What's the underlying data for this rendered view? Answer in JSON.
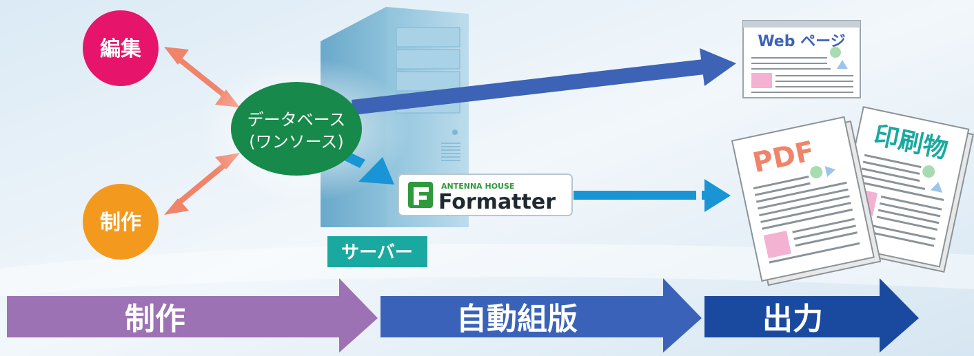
{
  "nodes": {
    "edit": "編集",
    "produce": "制作",
    "database_line1": "データベース",
    "database_line2": "(ワンソース)",
    "server": "サーバー",
    "formatter_small": "ANTENNA HOUSE",
    "formatter_main": "Formatter"
  },
  "outputs": {
    "web": "Web ページ",
    "pdf": "PDF",
    "print": "印刷物"
  },
  "process": [
    {
      "label": "制作",
      "color": "#9c72b4"
    },
    {
      "label": "自動組版",
      "color": "#3a62b8"
    },
    {
      "label": "出力",
      "color": "#1a4aa0"
    }
  ],
  "colors": {
    "edit": "#e6156b",
    "produce": "#f39a1e",
    "database": "#17894a",
    "server_label": "#1aa9a0",
    "double_arrow": "#f0846a",
    "web_arrow": "#3d63b6",
    "formatter_arrow": "#1995d6"
  }
}
